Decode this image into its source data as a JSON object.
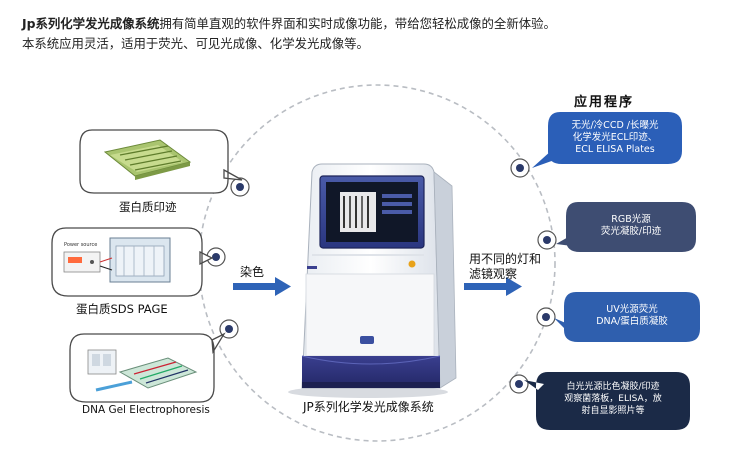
{
  "intro": {
    "brand": "Jp系列化学发光成像系统",
    "line1_rest": "拥有简单直观的软件界面和实时成像功能，带给您轻松成像的全新体验。",
    "line2": "本系统应用灵活，适用于荧光、可见光成像、化学发光成像等。"
  },
  "samples": [
    {
      "label": "蛋白质印迹"
    },
    {
      "label": "蛋白质SDS PAGE",
      "device_text": "Power source"
    },
    {
      "label": "DNA Gel Electrophoresis"
    }
  ],
  "arrows": {
    "left_label": "染色",
    "right_label_line1": "用不同的灯和",
    "right_label_line2": "滤镜观察"
  },
  "instrument": {
    "caption": "JP系列化学发光成像系统"
  },
  "applications": {
    "title": "应用程序",
    "items": [
      {
        "lines": [
          "无光/冷CCD /长曝光",
          "化学发光ECL印迹、",
          "ECL ELISA Plates"
        ],
        "color": "#2b5fb8"
      },
      {
        "lines": [
          "RGB光源",
          "荧光凝胶/印迹"
        ],
        "color": "#3e4d72"
      },
      {
        "lines": [
          "UV光源荧光",
          "DNA/蛋白质凝胶"
        ],
        "color": "#2f5fae"
      },
      {
        "lines": [
          "白光光源比色凝胶/印迹",
          "观察菌落板，ELISA，放",
          "射自显影照片等"
        ],
        "color": "#1b2a47"
      }
    ]
  }
}
